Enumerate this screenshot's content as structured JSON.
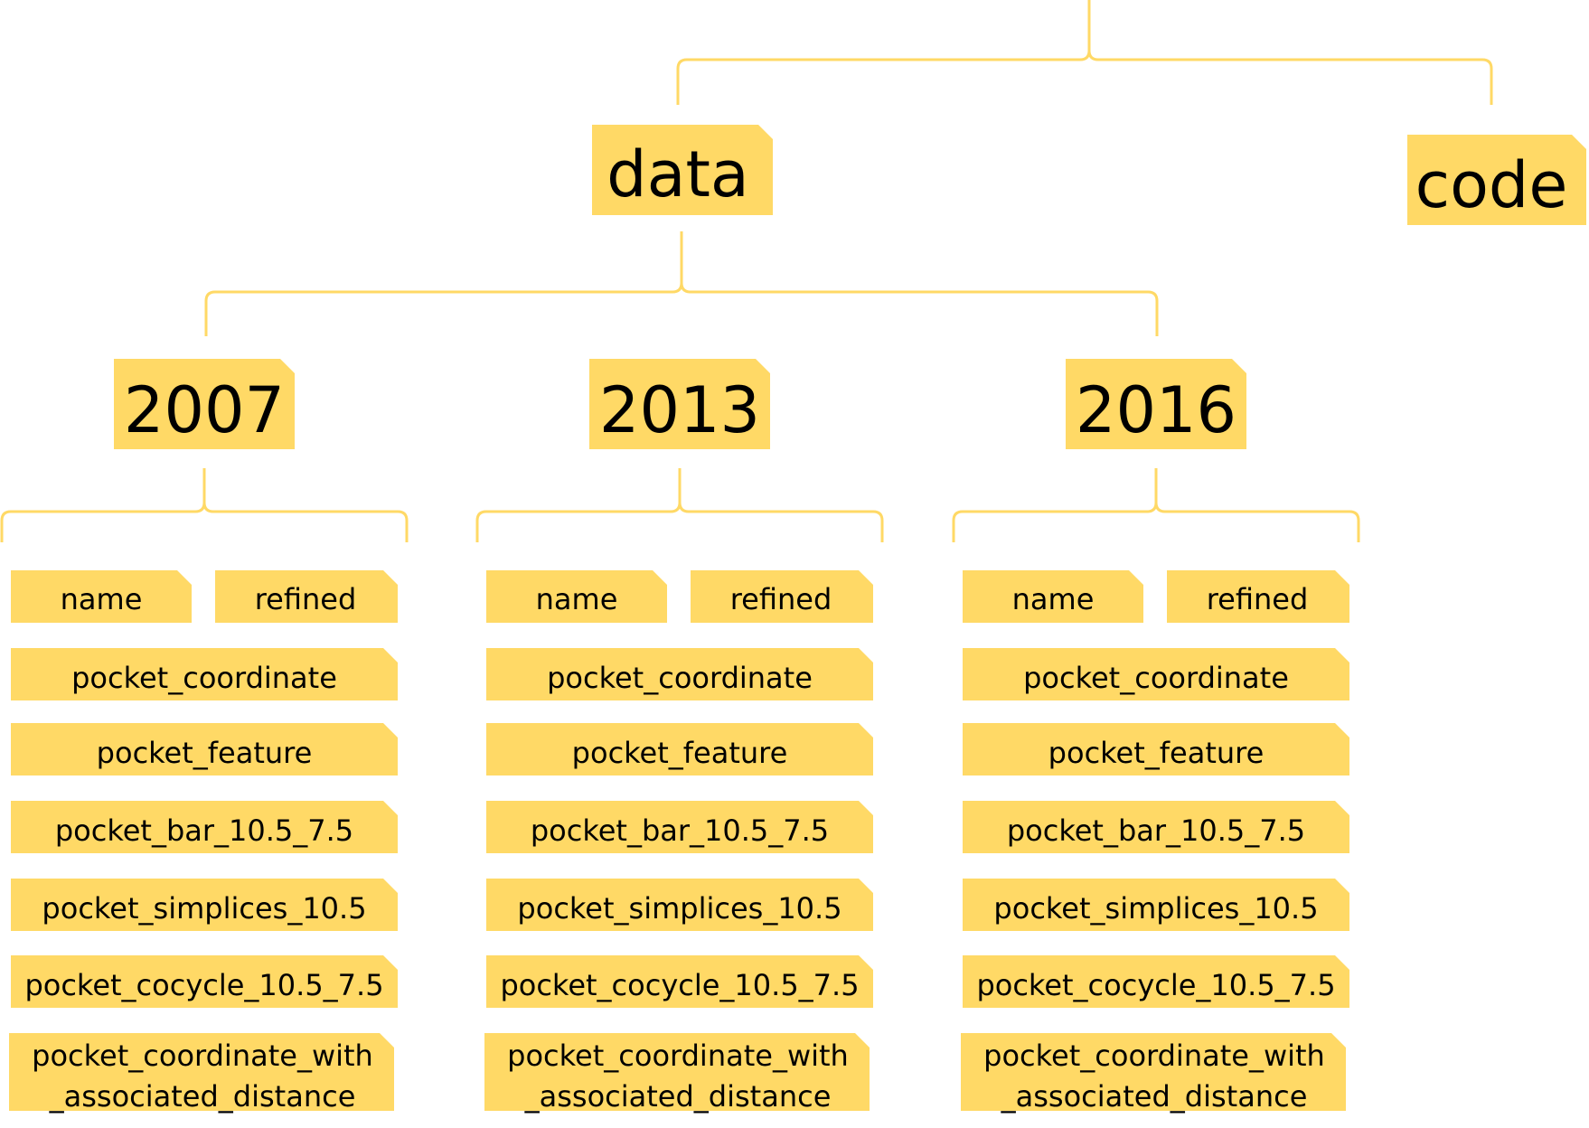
{
  "colors": {
    "folder_fill": "#FFD966",
    "connector": "#FFD966",
    "text": "#000000"
  },
  "root_children": {
    "data": "data",
    "code": "code"
  },
  "years": [
    "2007",
    "2013",
    "2016"
  ],
  "files": {
    "row1": [
      "name",
      "refined"
    ],
    "rows": [
      [
        "pocket_coordinate"
      ],
      [
        "pocket_feature"
      ],
      [
        "pocket_bar_10.5_7.5"
      ],
      [
        "pocket_simplices_10.5"
      ],
      [
        "pocket_cocycle_10.5_7.5"
      ],
      [
        "pocket_coordinate_with",
        "_associated_distance"
      ]
    ]
  }
}
